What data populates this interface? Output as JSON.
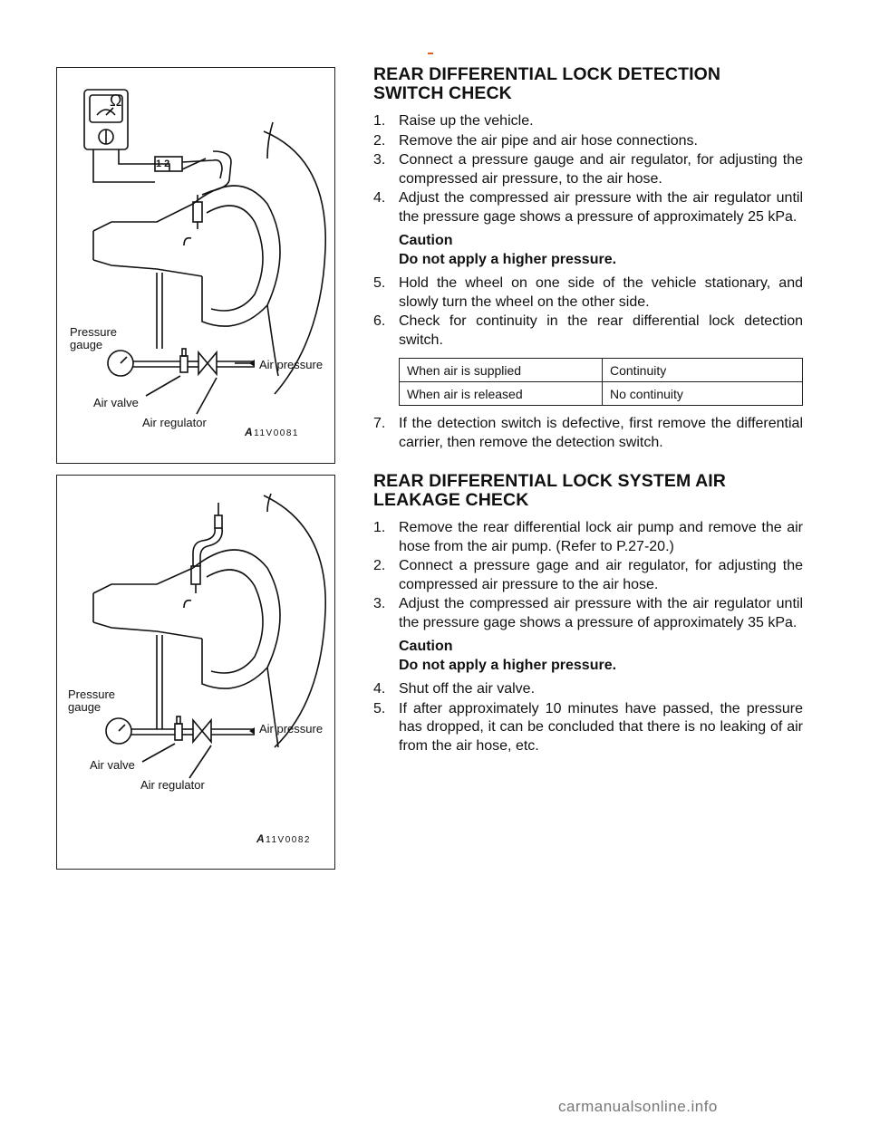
{
  "figure1": {
    "labels": {
      "pressure_gauge_line1": "Pressure",
      "pressure_gauge_line2": "gauge",
      "air_pressure": "Air pressure",
      "air_valve": "Air valve",
      "air_regulator": "Air regulator",
      "meter_symbol": "Ω",
      "connector_pins": "1 2"
    },
    "code_prefix": "A",
    "code": "11V0081"
  },
  "figure2": {
    "labels": {
      "pressure_gauge_line1": "Pressure",
      "pressure_gauge_line2": "gauge",
      "air_pressure": "Air pressure",
      "air_valve": "Air valve",
      "air_regulator": "Air regulator"
    },
    "code_prefix": "A",
    "code": "11V0082"
  },
  "section1": {
    "title_line1": "REAR DIFFERENTIAL LOCK DETECTION",
    "title_line2": "SWITCH CHECK",
    "steps": [
      {
        "n": "1.",
        "text": "Raise up the vehicle."
      },
      {
        "n": "2.",
        "text": "Remove the air pipe and air hose connections."
      },
      {
        "n": "3.",
        "text": "Connect a pressure gauge and air regulator, for adjusting the compressed air pressure, to the air hose."
      },
      {
        "n": "4.",
        "text": "Adjust the compressed air pressure with the air regulator until the pressure gage shows a pressure of approximately 25 kPa."
      },
      {
        "n": "5.",
        "text": "Hold the wheel on one side of the vehicle stationary, and slowly turn the wheel on the other side."
      },
      {
        "n": "6.",
        "text": "Check for continuity in the rear differential lock detection switch."
      },
      {
        "n": "7.",
        "text": "If the detection switch is defective, first remove the differential carrier, then remove the detection switch."
      }
    ],
    "caution_title": "Caution",
    "caution_text": "Do not apply a higher pressure.",
    "table": [
      [
        "When air is supplied",
        "Continuity"
      ],
      [
        "When air is released",
        "No continuity"
      ]
    ]
  },
  "section2": {
    "title_line1": "REAR DIFFERENTIAL LOCK SYSTEM AIR",
    "title_line2": "LEAKAGE CHECK",
    "steps": [
      {
        "n": "1.",
        "text": "Remove the rear differential lock air pump and remove the air hose from the air pump. (Refer to P.27-20.)"
      },
      {
        "n": "2.",
        "text": "Connect a pressure gage and air regulator, for adjusting the compressed air pressure to the air hose."
      },
      {
        "n": "3.",
        "text": "Adjust the compressed air pressure with the air regulator until the pressure gage shows a pressure of approximately 35 kPa."
      },
      {
        "n": "4.",
        "text": "Shut off the air valve."
      },
      {
        "n": "5.",
        "text": "If after approximately 10 minutes have passed, the pressure has dropped, it can be concluded that there is no leaking of air from the air hose, etc."
      }
    ],
    "caution_title": "Caution",
    "caution_text": "Do not apply a higher pressure."
  },
  "watermark": "carmanualsonline.info",
  "colors": {
    "accent_dash": "#e0601f",
    "watermark": "#777777"
  }
}
